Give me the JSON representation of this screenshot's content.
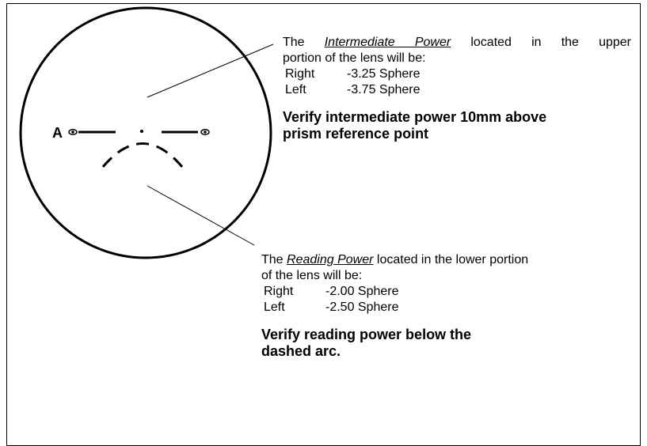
{
  "lens_marker": {
    "label": "A"
  },
  "intermediate": {
    "intro_prefix": "The",
    "term": "Intermediate Power",
    "intro_suffix": "located in the upper",
    "intro_line2": "portion of the lens will be:",
    "rows": [
      {
        "side": "Right",
        "value": "-3.25 Sphere"
      },
      {
        "side": "Left",
        "value": "-3.75 Sphere"
      }
    ],
    "instruction_line1": "Verify intermediate power 10mm above",
    "instruction_line2": "prism reference point"
  },
  "reading": {
    "intro_prefix": "The",
    "term": "Reading Power",
    "intro_suffix": "located in the lower portion",
    "intro_line2": "of the lens will be:",
    "rows": [
      {
        "side": "Right",
        "value": "-2.00 Sphere"
      },
      {
        "side": "Left",
        "value": "-2.50 Sphere"
      }
    ],
    "instruction_line1": "Verify reading power below the",
    "instruction_line2": "dashed arc."
  }
}
